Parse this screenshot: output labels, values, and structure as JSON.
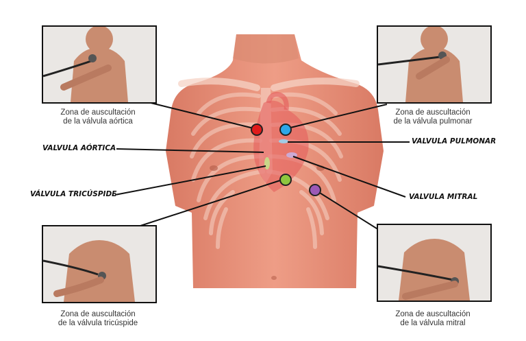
{
  "captions": {
    "aortic": {
      "line1": "Zona de auscultación",
      "line2": "de la válvula aórtica"
    },
    "pulmonary": {
      "line1": "Zona de auscultación",
      "line2": "de la válvula pulmonar"
    },
    "tricuspid": {
      "line1": "Zona de auscultación",
      "line2": "de la válvula tricúspide"
    },
    "mitral": {
      "line1": "Zona de auscultación",
      "line2": "de la válvula mitral"
    }
  },
  "labels": {
    "aortic": "VALVULA AÓRTICA",
    "pulmonary": "VALVULA PULMONAR",
    "tricuspid": "VÁLVULA TRICÚSPIDE",
    "mitral": "VALVULA MITRAL"
  },
  "colors": {
    "aortic": "#e01b1b",
    "pulmonary": "#2ea7e8",
    "tricuspid": "#8dc63f",
    "mitral": "#9b59b6",
    "skin": "#e8957d",
    "ribs": "#f4c8b8"
  }
}
